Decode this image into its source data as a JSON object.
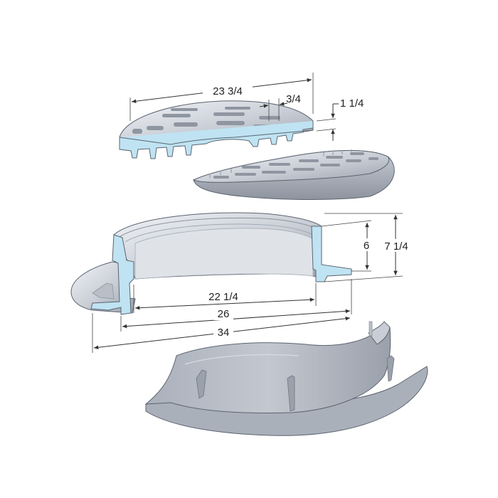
{
  "dimensions": {
    "grate_width": "23 3/4",
    "grate_bar": "3/4",
    "grate_thickness": "1 1/4",
    "frame_depth_inner": "6",
    "frame_depth_total": "7 1/4",
    "frame_opening": "22 1/4",
    "frame_outer": "26",
    "flange_outer": "34"
  },
  "colors": {
    "metal_light": "#e4e7ec",
    "metal_mid": "#b9bec7",
    "metal_dark": "#8d939d",
    "section_cut": "#bfe3f2",
    "dim_line": "#333333"
  }
}
